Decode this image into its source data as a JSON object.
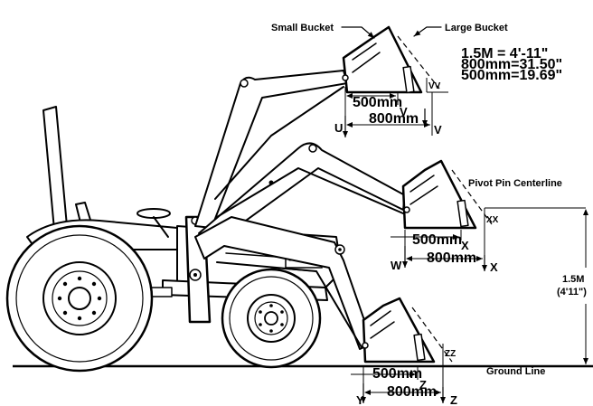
{
  "labels": {
    "small_bucket": "Small Bucket",
    "large_bucket": "Large Bucket",
    "conversions": [
      "1.5M = 4'-11\"",
      "800mm=31.50\"",
      "500mm=19.69\""
    ],
    "pivot_pin": "Pivot Pin Centerline",
    "ground_line": "Ground Line",
    "height_value": "1.5M",
    "height_imperial": "(4'11\")"
  },
  "top_bucket": {
    "dim_500": "500mm",
    "dim_800": "800mm",
    "letters": {
      "u": "U",
      "v": "V",
      "v2": "V",
      "vv": "VV"
    }
  },
  "mid_bucket": {
    "dim_500": "500mm",
    "dim_800": "800mm",
    "letters": {
      "w": "W",
      "x": "X",
      "x2": "X",
      "xx": "XX"
    }
  },
  "low_bucket": {
    "dim_500": "500mm",
    "dim_800": "800mm",
    "letters": {
      "y": "Y",
      "z": "Z",
      "z2": "Z",
      "zz": "ZZ"
    }
  }
}
